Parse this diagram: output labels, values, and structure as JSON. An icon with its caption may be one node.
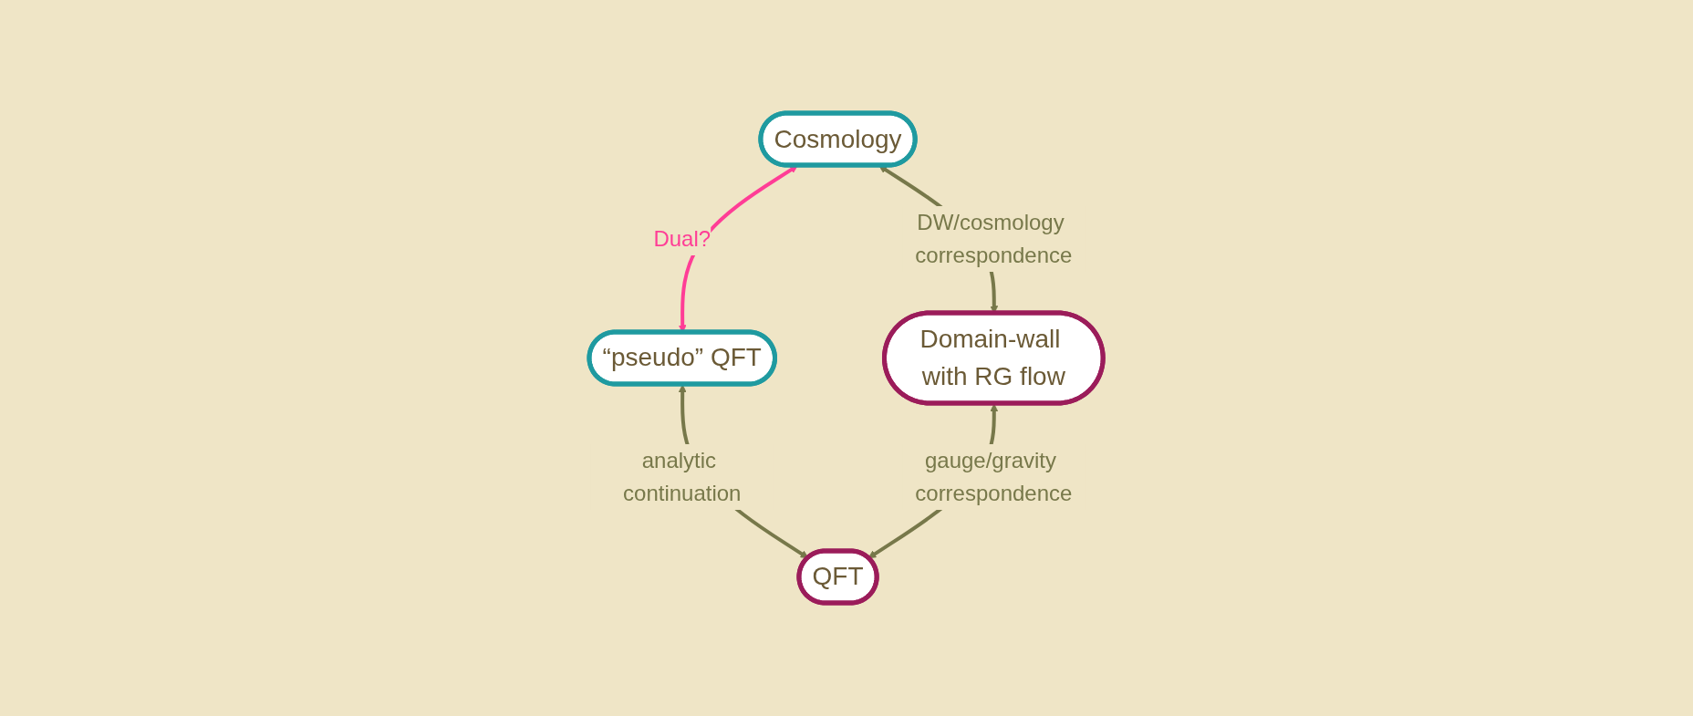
{
  "diagram": {
    "nodes": [
      {
        "text": [
          "Cosmology"
        ]
      },
      {
        "text": [
          "“pseudo” QFT"
        ]
      },
      {
        "text": [
          "Domain-wall with RG flow"
        ]
      },
      {
        "text": [
          "QFT"
        ]
      }
    ],
    "edges": [
      {
        "from": 0,
        "to": 1,
        "arrow": "both",
        "label": "Dual?",
        "color": "#ff3d96"
      },
      {
        "from": 0,
        "to": 2,
        "arrow": "both",
        "label": "DW/cosmology correspondence"
      },
      {
        "from": 1,
        "to": 3,
        "arrow": "both",
        "label": "analytic continuation"
      },
      {
        "from": 2,
        "to": 3,
        "arrow": "both",
        "label": "gauge/gravity correspondence"
      }
    ]
  }
}
